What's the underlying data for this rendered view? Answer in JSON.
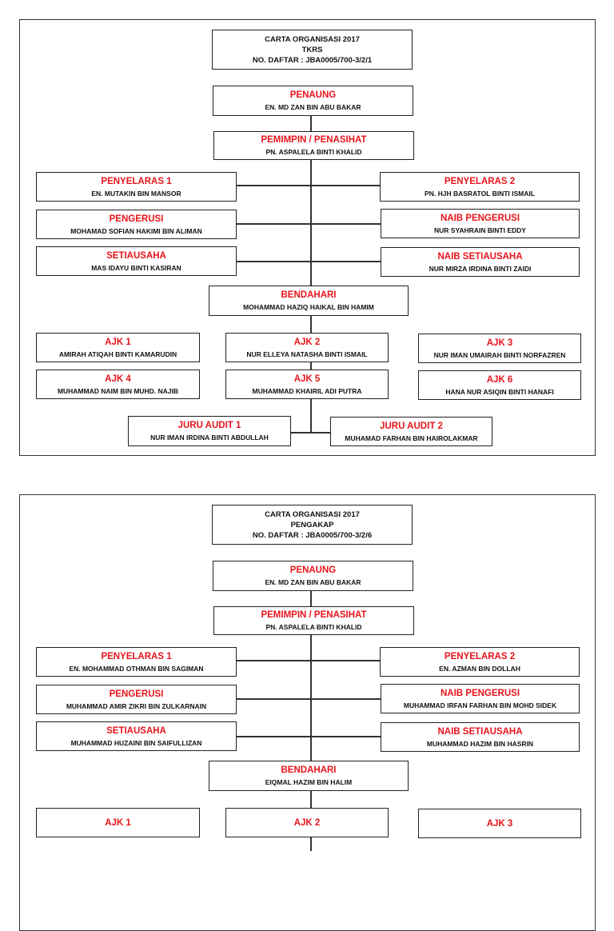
{
  "charts": [
    {
      "header": [
        "CARTA ORGANISASI 2017",
        "TKRS",
        "NO. DAFTAR : JBA0005/700-3/2/1"
      ],
      "members": [
        {
          "role": "PENAUNG",
          "name": "EN. MD ZAN BIN ABU BAKAR"
        },
        {
          "role": "PEMIMPIN / PENASIHAT",
          "name": "PN. ASPALELA BINTI KHALID"
        },
        {
          "role": "PENYELARAS 1",
          "name": "EN. MUTAKIN BIN MANSOR"
        },
        {
          "role": "PENYELARAS 2",
          "name": "PN. HJH BASRATOL BINTI ISMAIL"
        },
        {
          "role": "PENGERUSI",
          "name": "MOHAMAD SOFIAN HAKIMI BIN ALIMAN"
        },
        {
          "role": "NAIB PENGERUSI",
          "name": "NUR SYAHRAIN BINTI EDDY"
        },
        {
          "role": "SETIAUSAHA",
          "name": "MAS IDAYU BINTI KASIRAN"
        },
        {
          "role": "NAIB SETIAUSAHA",
          "name": "NUR MIRZA IRDINA BINTI ZAIDI"
        },
        {
          "role": "BENDAHARI",
          "name": "MOHAMMAD HAZIQ HAIKAL BIN HAMIM"
        },
        {
          "role": "AJK 1",
          "name": "AMIRAH ATIQAH BINTI KAMARUDIN"
        },
        {
          "role": "AJK 2",
          "name": "NUR ELLEYA NATASHA BINTI ISMAIL"
        },
        {
          "role": "AJK 3",
          "name": "NUR IMAN UMAIRAH BINTI NORFAZREN"
        },
        {
          "role": "AJK 4",
          "name": "MUHAMMAD NAIM BIN MUHD. NAJIB"
        },
        {
          "role": "AJK 5",
          "name": "MUHAMMAD KHAIRIL ADI PUTRA"
        },
        {
          "role": "AJK 6",
          "name": "HANA NUR ASIQIN BINTI HANAFI"
        },
        {
          "role": "JURU AUDIT 1",
          "name": "NUR IMAN IRDINA BINTI ABDULLAH"
        },
        {
          "role": "JURU AUDIT 2",
          "name": "MUHAMAD FARHAN BIN HAIROLAKMAR"
        }
      ]
    },
    {
      "header": [
        "CARTA ORGANISASI 2017",
        "PENGAKAP",
        "NO. DAFTAR : JBA0005/700-3/2/6"
      ],
      "members": [
        {
          "role": "PENAUNG",
          "name": "EN. MD ZAN BIN ABU BAKAR"
        },
        {
          "role": "PEMIMPIN / PENASIHAT",
          "name": "PN. ASPALELA BINTI KHALID"
        },
        {
          "role": "PENYELARAS 1",
          "name": "EN. MOHAMMAD OTHMAN BIN SAGIMAN"
        },
        {
          "role": "PENYELARAS 2",
          "name": "EN. AZMAN BIN DOLLAH"
        },
        {
          "role": "PENGERUSI",
          "name": "MUHAMMAD AMIR ZIKRI BIN ZULKARNAIN"
        },
        {
          "role": "NAIB PENGERUSI",
          "name": "MUHAMMAD IRFAN FARHAN BIN MOHD SIDEK"
        },
        {
          "role": "SETIAUSAHA",
          "name": "MUHAMMAD HUZAINI BIN SAIFULLIZAN"
        },
        {
          "role": "NAIB SETIAUSAHA",
          "name": "MUHAMMAD HAZIM BIN HASRIN"
        },
        {
          "role": "BENDAHARI",
          "name": "EIQMAL HAZIM BIN HALIM"
        },
        {
          "role": "AJK 1"
        },
        {
          "role": "AJK 2"
        },
        {
          "role": "AJK 3"
        }
      ]
    }
  ]
}
